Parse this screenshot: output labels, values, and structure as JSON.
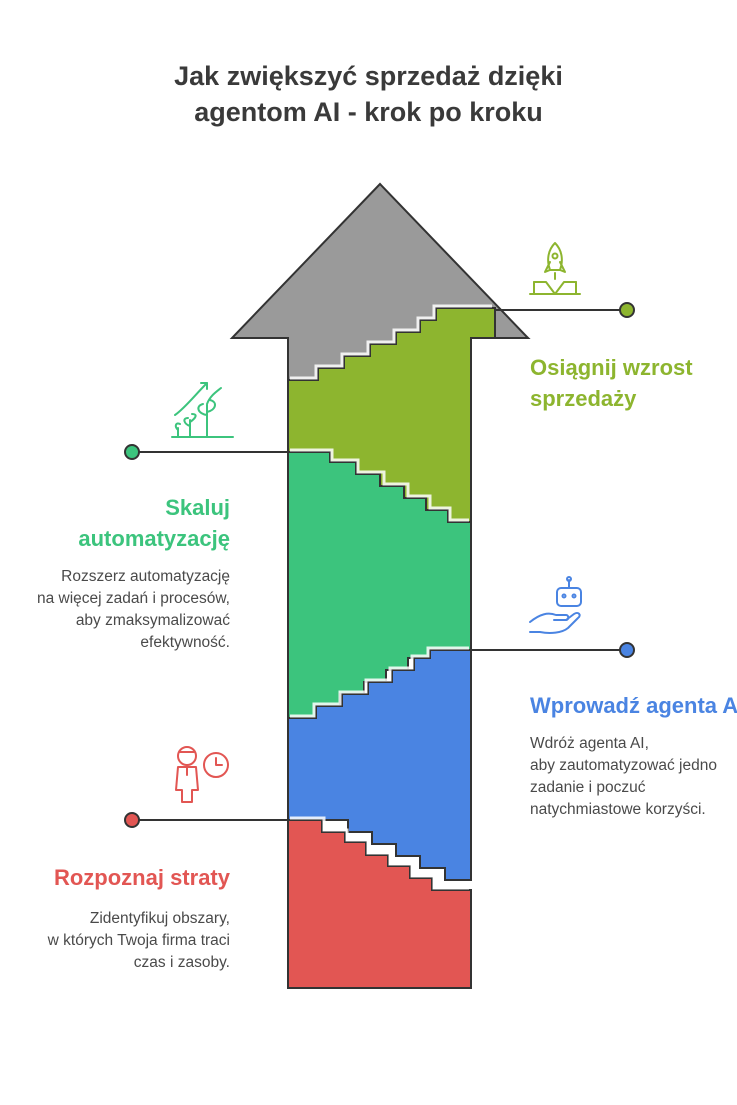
{
  "title": {
    "line1": "Jak zwiększyć sprzedaż dzięki",
    "line2": "agentom AI - krok po kroku"
  },
  "colors": {
    "red": "#e25653",
    "blue": "#4a84e2",
    "green": "#3cc47d",
    "lime": "#8db52f",
    "gray": "#9a9a9a",
    "text": "#3a3a3a"
  },
  "steps": {
    "step1": {
      "heading": "Rozpoznaj straty",
      "desc1": "Zidentyfikuj obszary,",
      "desc2": "w których Twoja firma traci",
      "desc3": "czas i zasoby.",
      "icon": "person-clock-icon"
    },
    "step2": {
      "heading": "Wprowadź agenta AI",
      "desc1": "Wdróż agenta AI,",
      "desc2": "aby zautomatyzować jedno",
      "desc3": "zadanie i poczuć",
      "desc4": "natychmiastowe korzyści.",
      "icon": "robot-hand-icon"
    },
    "step3": {
      "heading1": "Skaluj",
      "heading2": "automatyzację",
      "desc1": "Rozszerz automatyzację",
      "desc2": "na więcej zadań i procesów,",
      "desc3": "aby zmaksymalizować",
      "desc4": "efektywność.",
      "icon": "growing-plants-icon"
    },
    "step4": {
      "heading1": "Osiągnij wzrost",
      "heading2": "sprzedaży",
      "icon": "rocket-icon"
    }
  }
}
